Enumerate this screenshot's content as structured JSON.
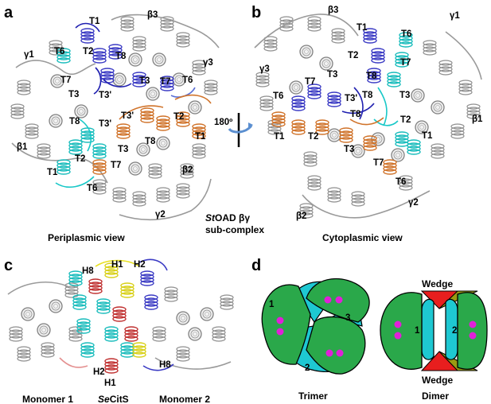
{
  "panels": {
    "a": {
      "letter": "a",
      "caption": "Periplasmic view",
      "labels": {
        "T1_top": "T1",
        "T8_top": "T8",
        "T2_top": "T2",
        "T6_left": "T6",
        "T7_left": "T7",
        "T3_left": "T3",
        "T3p_left": "T3'",
        "T8_left": "T8",
        "T3p_mid": "T3'",
        "T3_mid": "T3",
        "T7_mid": "T7",
        "T6_mid": "T6",
        "T3p_right": "T3'",
        "T2_right": "T2",
        "T1_right": "T1",
        "T8_bottom": "T8",
        "T3_bottom": "T3",
        "T7_bottom": "T7",
        "T2_bottom": "T2",
        "T1_bottom": "T1",
        "T6_bottom": "T6",
        "beta3": "β3",
        "gamma1": "γ1",
        "gamma3": "γ3",
        "beta1": "β1",
        "beta2": "β2",
        "gamma2": "γ2"
      }
    },
    "b": {
      "letter": "b",
      "caption": "Cytoplasmic view",
      "labels": {
        "beta3": "β3",
        "T1_top": "T1",
        "T6_top": "T6",
        "gamma1": "γ1",
        "T2_top": "T2",
        "T7_top": "T7",
        "gamma3": "γ3",
        "T7_left": "T7",
        "T3_left": "T3",
        "T8_a": "T8",
        "T3_right": "T3",
        "T6_left": "T6",
        "T3p": "T3'",
        "T8_b": "T8",
        "T8_c": "T8",
        "T2_right": "T2",
        "beta1": "β1",
        "T1_left": "T1",
        "T2_left": "T2",
        "T1_right": "T1",
        "T3_bottom": "T3",
        "T7_bottom": "T7",
        "T6_bottom": "T6",
        "beta2": "β2",
        "gamma2": "γ2"
      }
    },
    "rotation": {
      "degrees": "180º"
    },
    "center_caption": {
      "italic": "St",
      "rest_line1": "OAD βγ",
      "line2": "sub-complex"
    },
    "c": {
      "letter": "c",
      "labels": {
        "H8_top": "H8",
        "H1_top": "H1",
        "H2_top": "H2",
        "H2_bottom": "H2",
        "H1_bottom": "H1",
        "H8_bottom": "H8"
      },
      "caption_left": "Monomer 1",
      "caption_mid_italic": "Se",
      "caption_mid_rest": "CitS",
      "caption_right": "Monomer 2"
    },
    "d": {
      "letter": "d",
      "trimer": {
        "caption": "Trimer",
        "num1": "1",
        "num2": "2",
        "num3": "3"
      },
      "dimer": {
        "caption": "Dimer",
        "num1": "1",
        "num2": "2",
        "wedge_top": "Wedge",
        "wedge_bottom": "Wedge"
      }
    }
  },
  "colors": {
    "grey_ribbon": "#9a9a9a",
    "dark_blue": "#1f1fb4",
    "light_blue": "#5b6fd6",
    "cyan": "#19c8c8",
    "orange": "#d0732a",
    "red": "#c03030",
    "yellow": "#e8e020",
    "domain_green": "#2aa84a",
    "domain_cyan": "#1ec8d2",
    "dot_magenta": "#e020d8",
    "wedge_red": "#e81e1e",
    "wedge_olive": "#9a9a12"
  }
}
